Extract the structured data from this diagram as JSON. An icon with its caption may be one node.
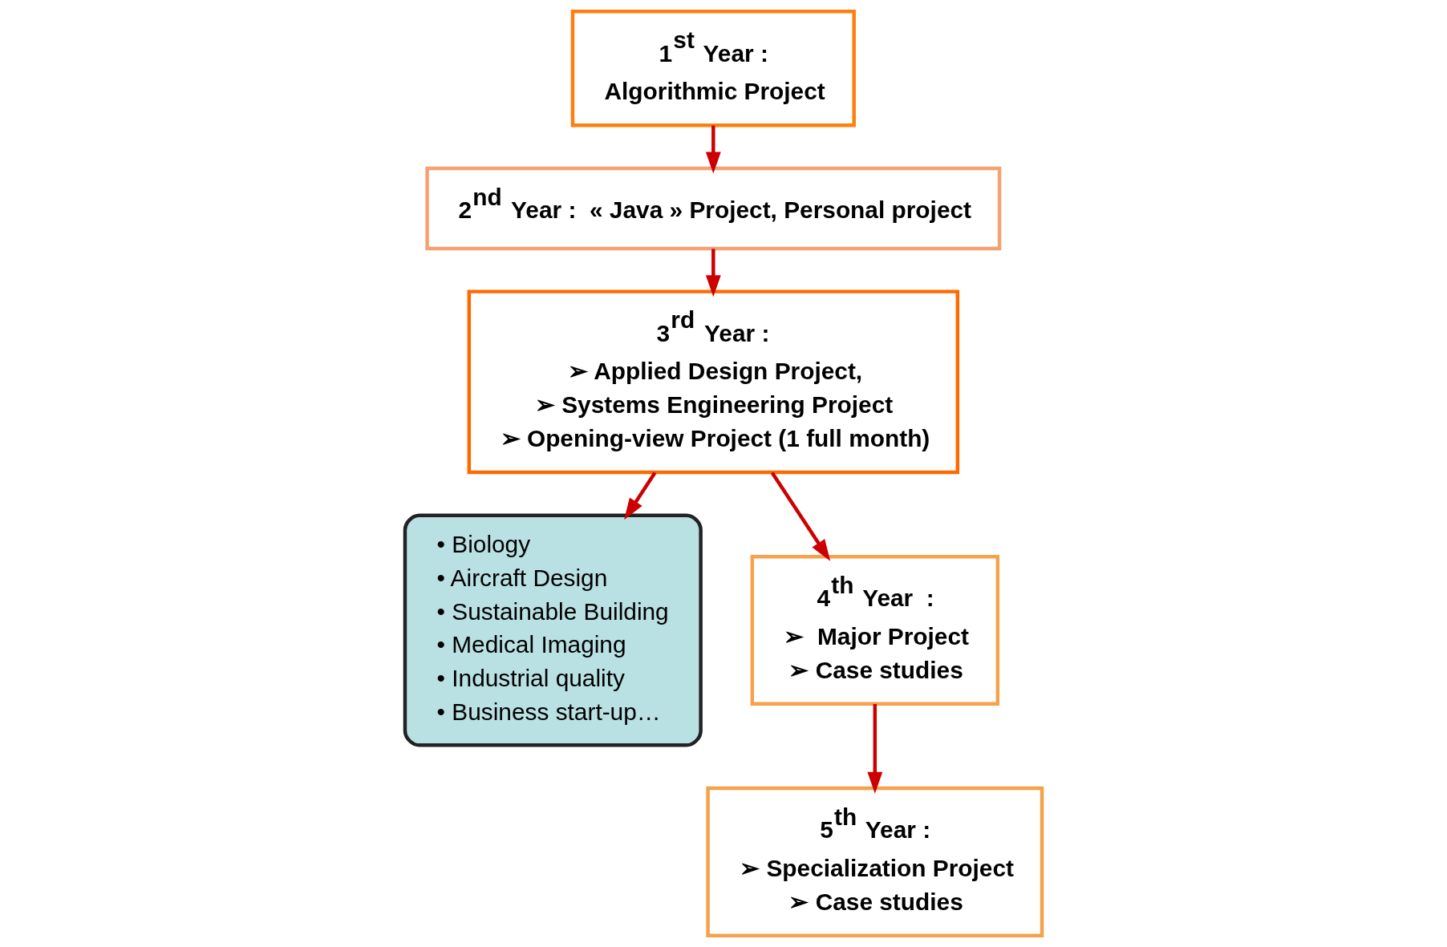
{
  "diagram": {
    "nodes": [
      {
        "text": [
          "1$^{st}$ Year :",
          "Algorithmic Project"
        ]
      },
      {
        "text": [
          "2$^{nd}$ Year :  « Java » Project, Personal project"
        ]
      },
      {
        "text": [
          "3$^{rd}$ Year :",
          "➢ Applied Design Project,",
          "➢ Systems Engineering Project",
          "➢ Opening-view Project (1 full month)"
        ]
      },
      {
        "text": [
          "• Biology",
          "• Aircraft Design",
          "• Sustainable Building",
          "• Medical Imaging",
          "• Industrial quality",
          "• Business start-up…"
        ]
      },
      {
        "text": [
          "4$^{th}$ Year  :",
          "➢  Major Project",
          "➢ Case studies"
        ]
      },
      {
        "text": [
          "5$^{th}$ Year :",
          "➢ Specialization Project",
          "➢ Case studies"
        ]
      }
    ],
    "edges": [
      {
        "from": 0,
        "to": 1,
        "arrow": "to"
      },
      {
        "from": 1,
        "to": 2,
        "arrow": "to"
      },
      {
        "from": 2,
        "to": 3,
        "arrow": "to"
      },
      {
        "from": 2,
        "to": 4,
        "arrow": "to"
      },
      {
        "from": 4,
        "to": 5,
        "arrow": "to"
      }
    ]
  }
}
